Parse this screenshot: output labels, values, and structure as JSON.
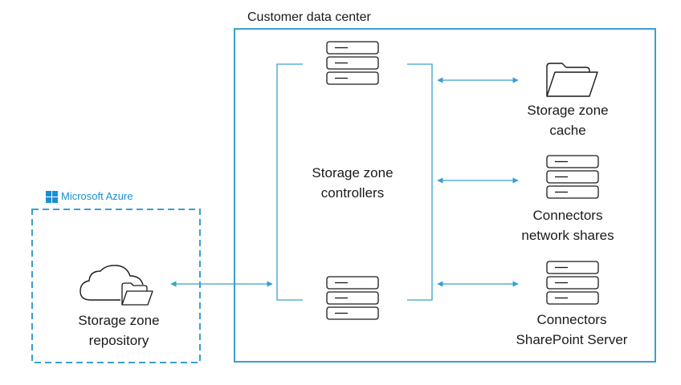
{
  "datacenter": {
    "title": "Customer data center"
  },
  "azure": {
    "brand": "Microsoft Azure",
    "color": "#1a8fd6"
  },
  "nodes": {
    "controllers": {
      "label": "Storage zone\ncontrollers"
    },
    "cache": {
      "label": "Storage zone\ncache"
    },
    "network_shares": {
      "label": "Connectors\nnetwork shares"
    },
    "sharepoint": {
      "label": "Connectors\nSharePoint Server"
    },
    "repository": {
      "label": "Storage zone\nrepository"
    }
  },
  "colors": {
    "box_border": "#3a9fd0",
    "arrow": "#3a9fd0",
    "icon_stroke": "#1a1a1a"
  },
  "icons": {
    "server": "server-stack-icon",
    "folder": "folder-icon",
    "cloud": "cloud-icon",
    "windows": "windows-logo-icon"
  }
}
